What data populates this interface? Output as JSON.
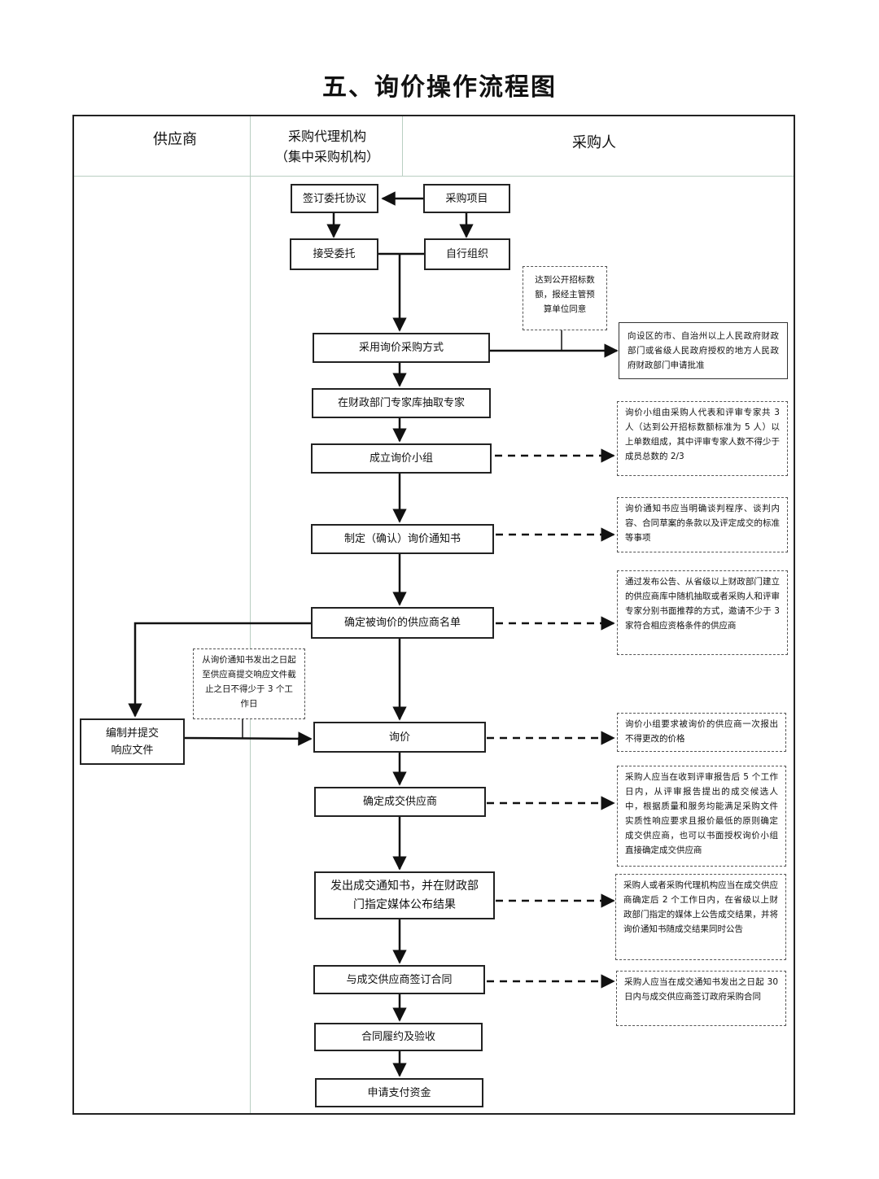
{
  "title": "五、询价操作流程图",
  "lanes": {
    "supplier": "供应商",
    "agency_line1": "采购代理机构",
    "agency_line2": "（集中采购机构）",
    "purchaser": "采购人"
  },
  "nodes": {
    "sign_entrust": "签订委托协议",
    "purchase_project": "采购项目",
    "accept_entrust": "接受委托",
    "self_organize": "自行组织",
    "adopt_method": "采用询价采购方式",
    "extract_experts": "在财政部门专家库抽取专家",
    "form_group": "成立询价小组",
    "make_notice": "制定（确认）询价通知书",
    "confirm_suppliers": "确定被询价的供应商名单",
    "prepare_response_line1": "编制并提交",
    "prepare_response_line2": "响应文件",
    "inquiry": "询价",
    "confirm_winner": "确定成交供应商",
    "issue_notice_line1": "发出成交通知书，并在财政部",
    "issue_notice_line2": "门指定媒体公布结果",
    "sign_contract": "与成交供应商签订合同",
    "performance": "合同履约及验收",
    "apply_payment": "申请支付资金"
  },
  "notes": {
    "threshold": "达到公开招标数额，报经主管预算单位同意",
    "approval": "向设区的市、自治州以上人民政府财政部门或省级人民政府授权的地方人民政府财政部门申请批准",
    "group_composition": "询价小组由采购人代表和评审专家共 3 人（达到公开招标数额标准为 5 人）以上单数组成，其中评审专家人数不得少于成员总数的 2/3",
    "notice_content": "询价通知书应当明确谈判程序、谈判内容、合同草案的条款以及评定成交的标准等事项",
    "supplier_selection": "通过发布公告、从省级以上财政部门建立的供应商库中随机抽取或者采购人和评审专家分别书面推荐的方式，邀请不少于 3 家符合相应资格条件的供应商",
    "response_time": "从询价通知书发出之日起至供应商提交响应文件截止之日不得少于 3 个工作日",
    "one_quote": "询价小组要求被询价的供应商一次报出不得更改的价格",
    "winner_rule": "采购人应当在收到评审报告后 5 个工作日内，从评审报告提出的成交候选人中，根据质量和服务均能满足采购文件实质性响应要求且报价最低的原则确定成交供应商，也可以书面授权询价小组直接确定成交供应商",
    "publish_rule": "采购人或者采购代理机构应当在成交供应商确定后 2 个工作日内，在省级以上财政部门指定的媒体上公告成交结果，并将询价通知书随成交结果同时公告",
    "contract_rule": "采购人应当在成交通知书发出之日起 30 日内与成交供应商签订政府采购合同"
  }
}
